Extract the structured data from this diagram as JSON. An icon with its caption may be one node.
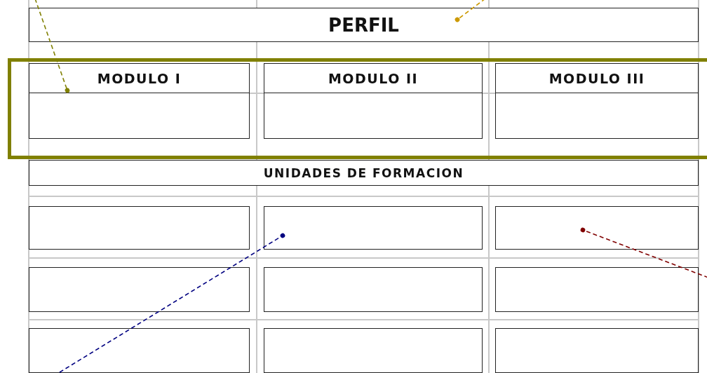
{
  "diagram": {
    "nodes": [
      {
        "text": [
          "PERFIL"
        ]
      },
      {
        "text": [],
        "shape": "box"
      },
      {
        "text": [
          "MODULO I"
        ],
        "in": 1
      },
      {
        "text": [
          "MODULO II"
        ],
        "in": 1
      },
      {
        "text": [
          "MODULO III"
        ],
        "in": 1
      },
      {
        "text": [],
        "shape": "box",
        "in": 1
      },
      {
        "text": [],
        "shape": "box",
        "in": 1
      },
      {
        "text": [],
        "shape": "box",
        "in": 1
      },
      {
        "text": [
          "UNIDADES DE FORMACION"
        ]
      },
      {
        "text": [],
        "shape": "box"
      },
      {
        "text": [],
        "shape": "box"
      },
      {
        "text": [],
        "shape": "box"
      },
      {
        "text": [],
        "shape": "box"
      },
      {
        "text": [],
        "shape": "box"
      },
      {
        "text": [],
        "shape": "box"
      },
      {
        "text": [],
        "shape": "box"
      },
      {
        "text": [],
        "shape": "box"
      },
      {
        "text": [],
        "shape": "box"
      }
    ],
    "edges": [
      {
        "from": null,
        "to": 2,
        "arrow": "other",
        "style": "dashed",
        "color": "#808000"
      },
      {
        "from": null,
        "to": 0,
        "arrow": "other",
        "style": "dashed",
        "color": "#cc9900"
      },
      {
        "from": 15,
        "to": 10,
        "arrow": "other",
        "style": "dashed",
        "color": "#000080"
      },
      {
        "from": null,
        "to": 11,
        "arrow": "other",
        "style": "dashed",
        "color": "#800000"
      }
    ]
  }
}
